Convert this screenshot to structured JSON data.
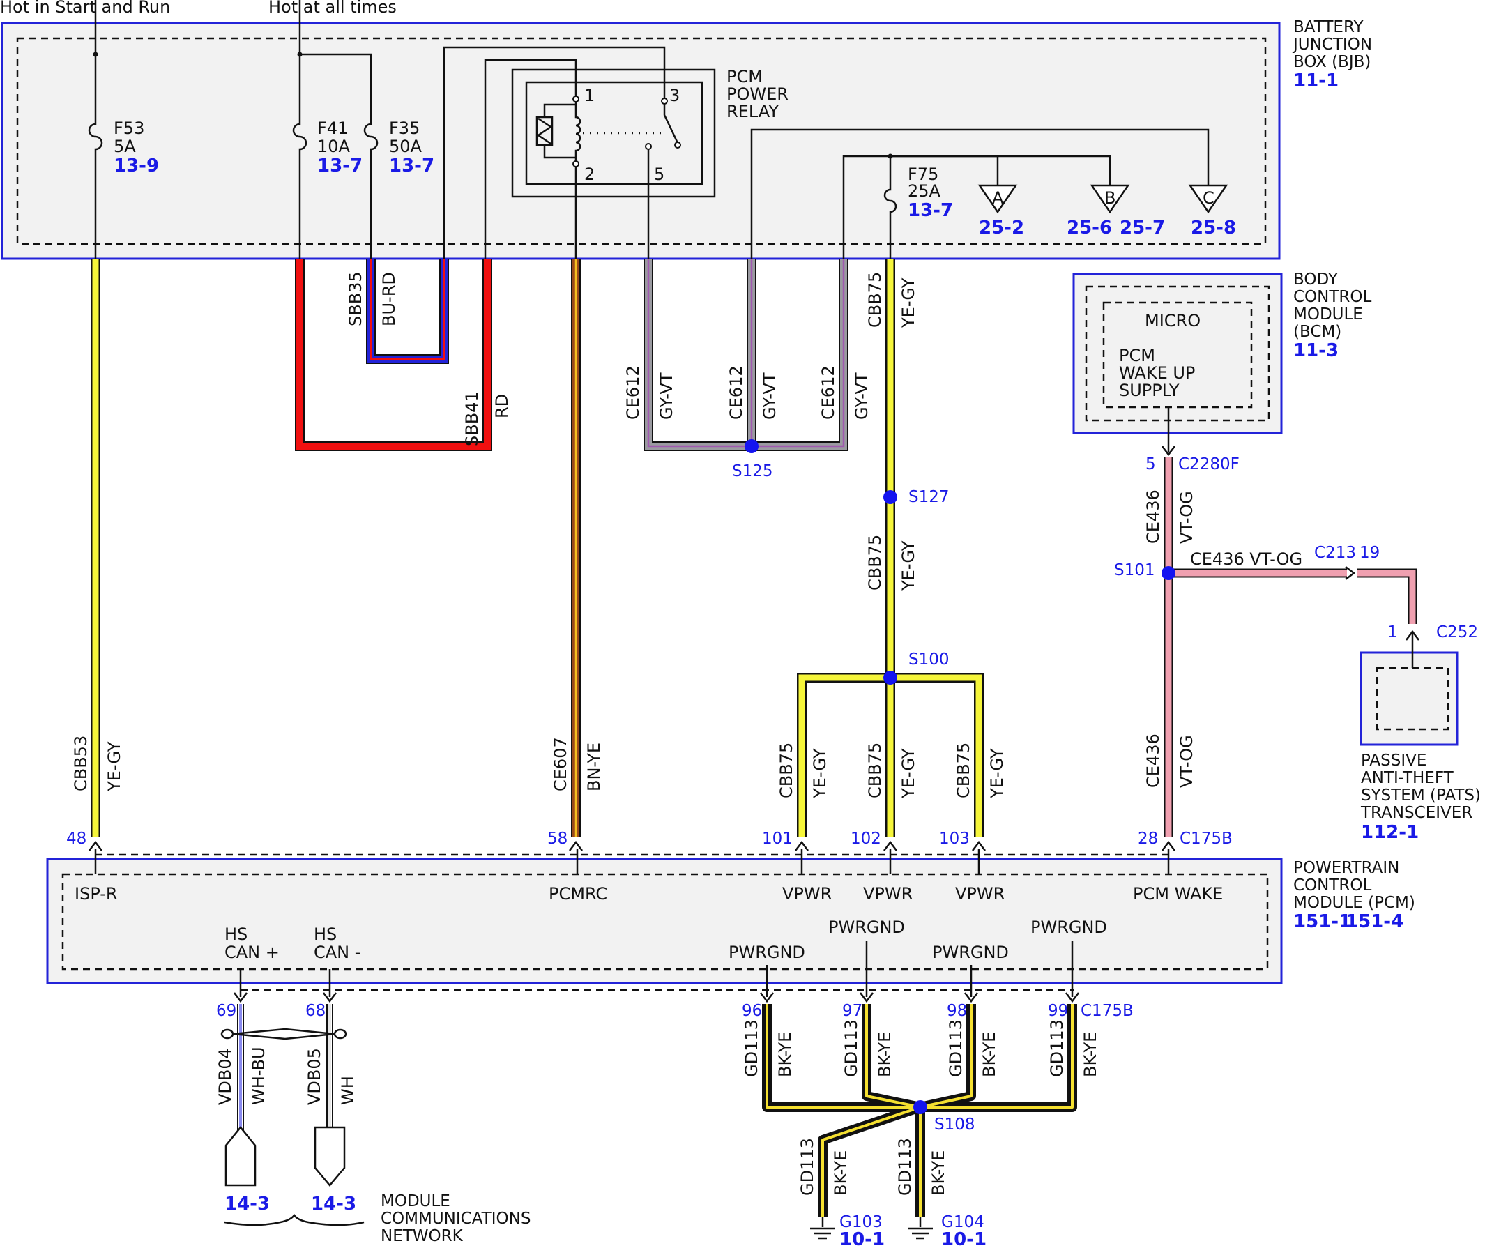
{
  "top_labels": {
    "hot_in_start_run": "Hot in Start and Run",
    "hot_at_all_times": "Hot at all times"
  },
  "bjb": {
    "title": [
      "BATTERY",
      "JUNCTION",
      "BOX (BJB)"
    ],
    "ref": "11-1",
    "relay": [
      "PCM",
      "POWER",
      "RELAY"
    ],
    "relay_pins": [
      "1",
      "3",
      "2",
      "5"
    ],
    "fuses": [
      {
        "name": "F53",
        "amp": "5A",
        "ref": "13-9"
      },
      {
        "name": "F41",
        "amp": "10A",
        "ref": "13-7"
      },
      {
        "name": "F35",
        "amp": "50A",
        "ref": "13-7"
      },
      {
        "name": "F75",
        "amp": "25A",
        "ref": "13-7"
      }
    ],
    "connectors": [
      {
        "letter": "A",
        "refs": [
          "25-2"
        ]
      },
      {
        "letter": "B",
        "refs": [
          "25-6",
          "25-7"
        ]
      },
      {
        "letter": "C",
        "refs": [
          "25-8"
        ]
      }
    ]
  },
  "bcm": {
    "title": [
      "BODY",
      "CONTROL",
      "MODULE",
      "(BCM)"
    ],
    "ref": "11-3",
    "micro": "MICRO",
    "supply": [
      "PCM",
      "WAKE UP",
      "SUPPLY"
    ],
    "pin": "5",
    "connector": "C2280F"
  },
  "pats": {
    "title": [
      "PASSIVE",
      "ANTI-THEFT",
      "SYSTEM (PATS)",
      "TRANSCEIVER"
    ],
    "ref": "112-1",
    "pin": "1",
    "connector": "C252"
  },
  "pcm": {
    "title": [
      "POWERTRAIN",
      "CONTROL",
      "MODULE (PCM)"
    ],
    "refs": [
      "151-1",
      "151-4"
    ],
    "pins_top": [
      "ISP-R",
      "PCMRC",
      "VPWR",
      "VPWR",
      "VPWR",
      "PCM WAKE"
    ],
    "hs_can_plus": [
      "HS",
      "CAN +"
    ],
    "hs_can_minus": [
      "HS",
      "CAN -"
    ],
    "pwrgnd": "PWRGND",
    "top_pin_numbers": [
      "48",
      "58",
      "101",
      "102",
      "103",
      "28"
    ],
    "top_connector": "C175B",
    "bottom_pin_numbers": [
      "69",
      "68",
      "96",
      "97",
      "98",
      "99"
    ],
    "bottom_connector": "C175B"
  },
  "wires": {
    "cbb53": "CBB53",
    "ye_gy": "YE-GY",
    "sbb35": "SBB35",
    "bu_rd": "BU-RD",
    "sbb41": "SBB41",
    "rd": "RD",
    "ce607": "CE607",
    "bn_ye": "BN-YE",
    "ce612": "CE612",
    "gy_vt": "GY-VT",
    "cbb75": "CBB75",
    "ce436": "CE436",
    "vt_og": "VT-OG",
    "ce436_vt_og": "CE436  VT-OG",
    "c213": "C213",
    "c213_pin": "19",
    "gd113": "GD113",
    "bk_ye": "BK-YE",
    "vdb04": "VDB04",
    "wh_bu": "WH-BU",
    "vdb05": "VDB05",
    "wh": "WH"
  },
  "splices": [
    "S125",
    "S127",
    "S100",
    "S101",
    "S108"
  ],
  "grounds": [
    {
      "name": "G103",
      "ref": "10-1"
    },
    {
      "name": "G104",
      "ref": "10-1"
    }
  ],
  "network": {
    "refs": [
      "14-3",
      "14-3"
    ],
    "label": [
      "MODULE",
      "COMMUNICATIONS",
      "NETWORK"
    ]
  },
  "colors": {
    "yellow": "#f5f53a",
    "red": "#f01010",
    "blue": "#2323d8",
    "brown": "#9a4a1a",
    "gray_violet": "#8a7a9a",
    "pink": "#f0a0b0",
    "ground": "#111111",
    "module_border": "#2323d8",
    "splice": "#1414f0"
  }
}
